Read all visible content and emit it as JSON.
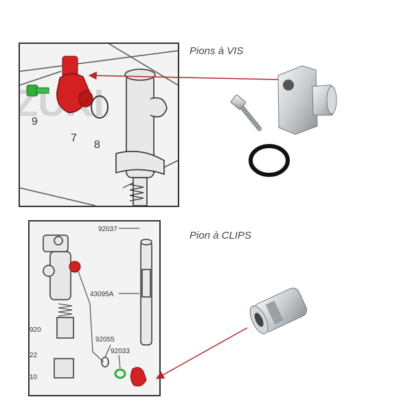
{
  "captions": {
    "top": "Pions à VIS",
    "bottom": "Pion à CLIPS"
  },
  "top_diagram": {
    "callouts": [
      "9",
      "7",
      "8"
    ],
    "watermark": "ZUKI"
  },
  "bottom_diagram": {
    "part_numbers": [
      "92037",
      "43095A",
      "92055",
      "92033",
      "920",
      "22",
      "10"
    ]
  },
  "colors": {
    "highlight_red": "#d42020",
    "highlight_green": "#2fae3a",
    "arrow": "#b3262b",
    "metal": "#c9cdd0",
    "frame": "#333333"
  }
}
